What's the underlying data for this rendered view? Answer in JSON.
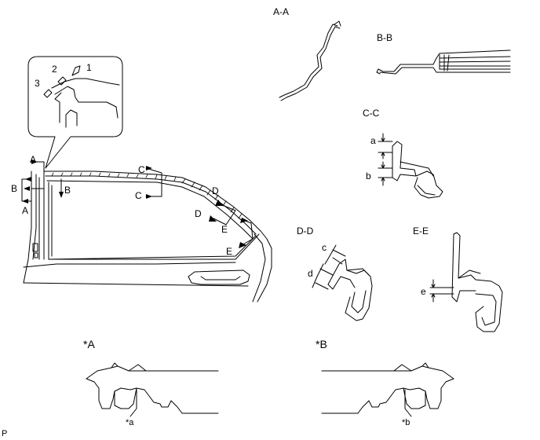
{
  "sections": {
    "aa": "A-A",
    "bb": "B-B",
    "cc": "C-C",
    "dd": "D-D",
    "ee": "E-E"
  },
  "callout_numbers": [
    "1",
    "2",
    "3"
  ],
  "cut_markers": {
    "a": "A",
    "b": "B",
    "c": "C",
    "d": "D",
    "e": "E"
  },
  "dimensions": {
    "a": "a",
    "b": "b",
    "c": "c",
    "d": "d",
    "e": "e"
  },
  "detail_titles": {
    "a": "*A",
    "b": "*B"
  },
  "detail_labels": {
    "a": "*a",
    "b": "*b"
  },
  "corner_code": "P"
}
